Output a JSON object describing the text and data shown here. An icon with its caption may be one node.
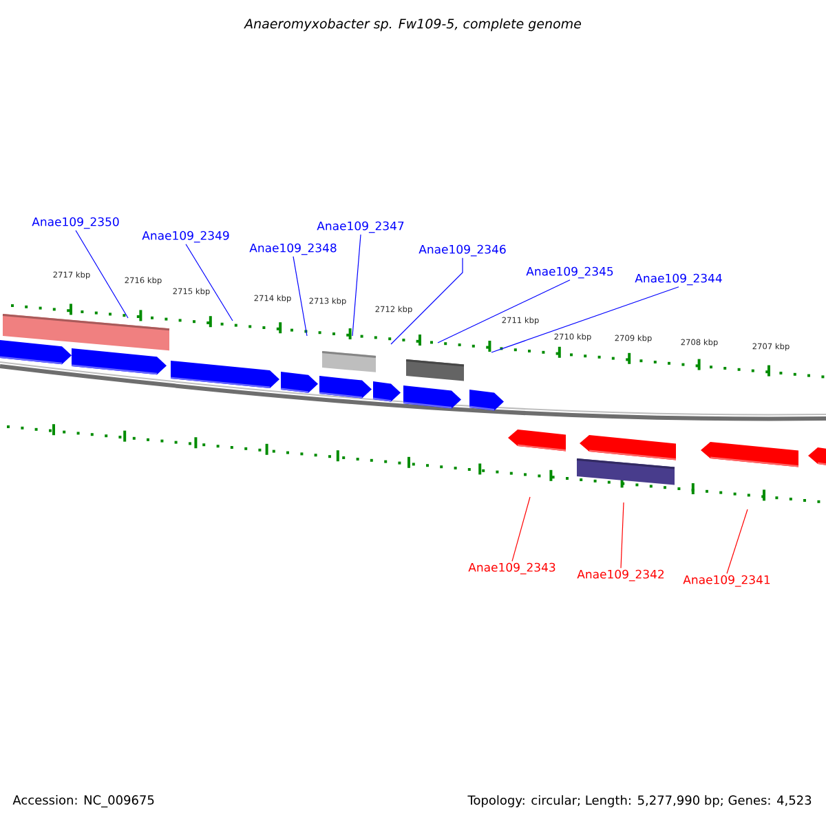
{
  "diagram": {
    "title": "Anaeromyxobacter sp. Fw109-5, complete genome",
    "nodes": [
      {
        "text": [
          "Anae109_2350"
        ]
      },
      {
        "text": [
          "Anae109_2349"
        ]
      },
      {
        "text": [
          "Anae109_2348"
        ]
      },
      {
        "text": [
          "Anae109_2347"
        ]
      },
      {
        "text": [
          "Anae109_2346"
        ]
      },
      {
        "text": [
          "Anae109_2345"
        ]
      },
      {
        "text": [
          "Anae109_2344"
        ]
      },
      {
        "text": [
          "Anae109_2343"
        ]
      },
      {
        "text": [
          "Anae109_2342"
        ]
      },
      {
        "text": [
          "Anae109_2341"
        ]
      }
    ],
    "edges": [
      {
        "from": 0,
        "to": null,
        "arrow": "none"
      },
      {
        "from": 1,
        "to": null,
        "arrow": "none"
      },
      {
        "from": 2,
        "to": null,
        "arrow": "none"
      },
      {
        "from": 3,
        "to": null,
        "arrow": "none"
      },
      {
        "from": 4,
        "to": null,
        "arrow": "none"
      },
      {
        "from": 5,
        "to": null,
        "arrow": "none"
      },
      {
        "from": 6,
        "to": null,
        "arrow": "none"
      },
      {
        "from": 7,
        "to": null,
        "arrow": "none",
        "color": "#ff0000"
      },
      {
        "from": 8,
        "to": null,
        "arrow": "none",
        "color": "#ff0000"
      },
      {
        "from": 9,
        "to": null,
        "arrow": "none",
        "color": "#ff0000"
      }
    ],
    "labels": [
      "2717 kbp",
      "2716 kbp",
      "2715 kbp",
      "2714 kbp",
      "2713 kbp",
      "2712 kbp",
      "2711 kbp",
      "2710 kbp",
      "2709 kbp",
      "2708 kbp",
      "2707 kbp",
      "Accession: NC_009675",
      "Topology: circular; Length: 5,277,990 bp; Genes: 4,523"
    ]
  }
}
